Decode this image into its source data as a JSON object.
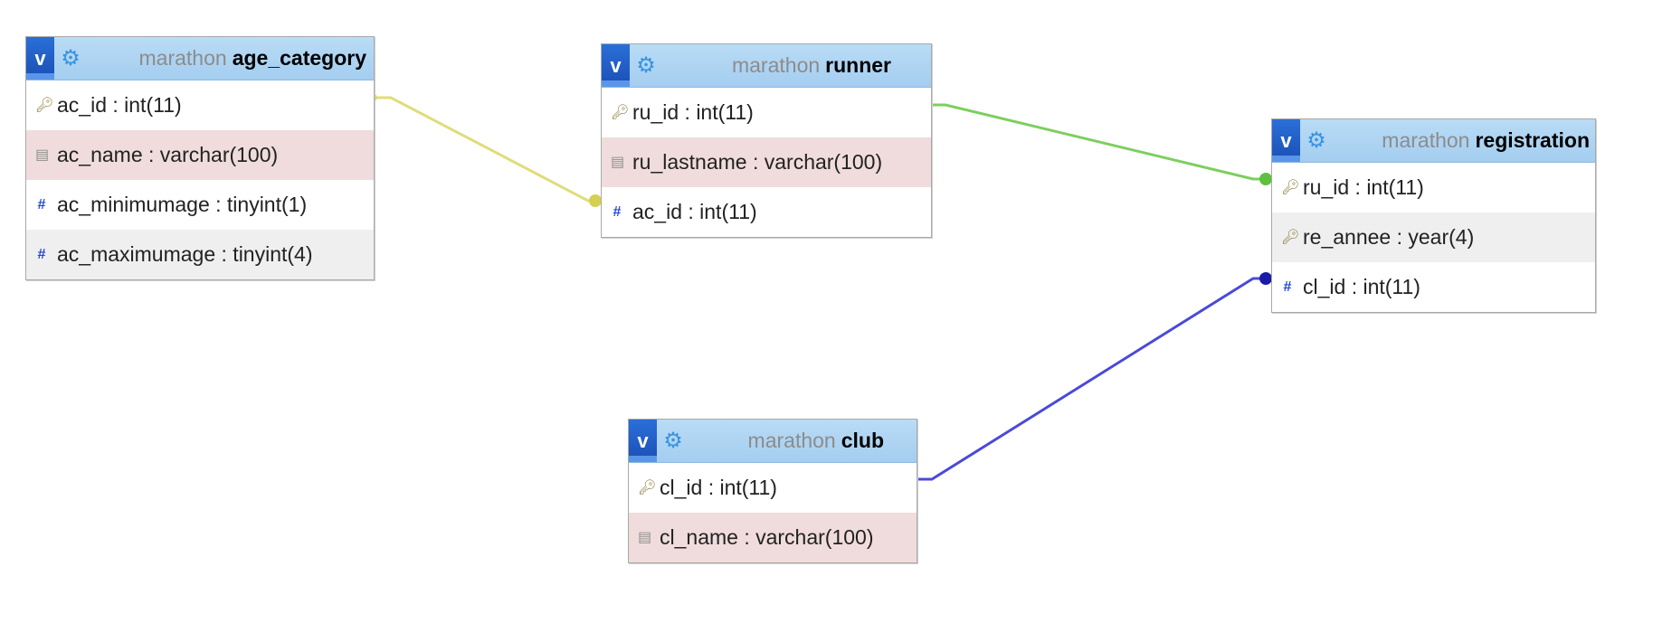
{
  "tables": {
    "age_category": {
      "db": "marathon",
      "name": "age_category",
      "toggle": "v",
      "icon": "gear-icon",
      "columns": [
        {
          "label": "ac_id : int(11)",
          "icon": "key-icon"
        },
        {
          "label": "ac_name : varchar(100)",
          "icon": "text-field-icon"
        },
        {
          "label": "ac_minimumage : tinyint(1)",
          "icon": "hash-icon"
        },
        {
          "label": "ac_maximumage : tinyint(4)",
          "icon": "hash-icon"
        }
      ]
    },
    "runner": {
      "db": "marathon",
      "name": "runner",
      "toggle": "v",
      "icon": "gear-icon",
      "columns": [
        {
          "label": "ru_id : int(11)",
          "icon": "key-icon"
        },
        {
          "label": "ru_lastname : varchar(100)",
          "icon": "text-field-icon"
        },
        {
          "label": "ac_id : int(11)",
          "icon": "hash-icon"
        }
      ]
    },
    "registration": {
      "db": "marathon",
      "name": "registration",
      "toggle": "v",
      "icon": "gear-icon",
      "columns": [
        {
          "label": "ru_id : int(11)",
          "icon": "key-icon"
        },
        {
          "label": "re_annee : year(4)",
          "icon": "key-icon"
        },
        {
          "label": "cl_id : int(11)",
          "icon": "hash-icon"
        }
      ]
    },
    "club": {
      "db": "marathon",
      "name": "club",
      "toggle": "v",
      "icon": "gear-icon",
      "columns": [
        {
          "label": "cl_id : int(11)",
          "icon": "key-icon"
        },
        {
          "label": "cl_name : varchar(100)",
          "icon": "text-field-icon"
        }
      ]
    }
  },
  "relations": [
    {
      "from": "age_category.ac_id",
      "to": "runner.ac_id",
      "color": "#e0dc7a"
    },
    {
      "from": "runner.ru_id",
      "to": "registration.ru_id",
      "color": "#7ccf5e"
    },
    {
      "from": "club.cl_id",
      "to": "registration.cl_id",
      "color": "#4a4ad8"
    }
  ],
  "colors": {
    "header_bg": "#a4cdef",
    "toggle_bg": "#1a4fb5",
    "gear": "#3a93dd",
    "db_name": "#8c8c8c",
    "row_pink": "#f0dcdc",
    "row_grey": "#efefef"
  }
}
